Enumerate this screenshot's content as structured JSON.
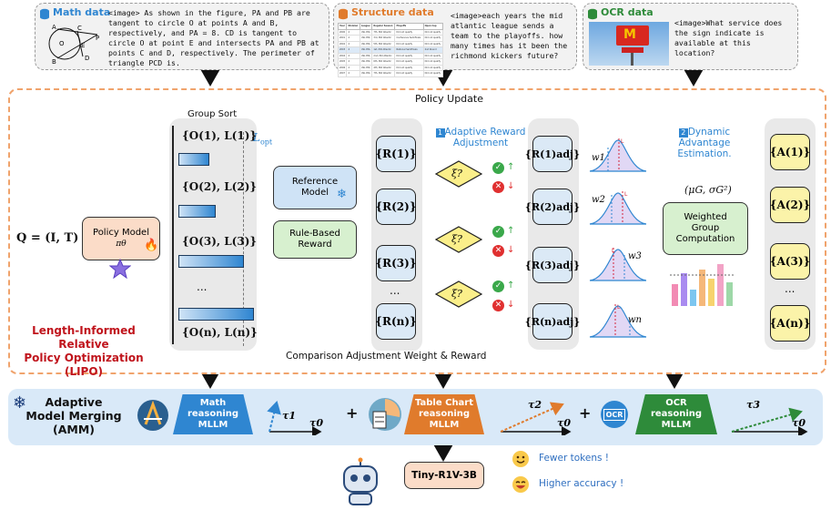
{
  "top_cards": [
    {
      "title": "Math data",
      "text": "<image> As shown in the figure, PA and PB are tangent to circle O at points A and B, respectively, and PA = 8. CD is tangent to circle O at point E and intersects PA and PB at points C and D, respectively. The perimeter of triangle PCD is.",
      "color": "#2f86d1",
      "icon": "database-icon"
    },
    {
      "title": "Structure data",
      "text": "<image>each years the mid atlantic league sends a team to the playoffs. how many times has it been the richmond kickers future?",
      "color": "#e07b2c",
      "icon": "database-icon"
    },
    {
      "title": "OCR data",
      "text": "<image>What service does the sign indicate is available at this location?",
      "color": "#2e8b3a",
      "icon": "database-icon"
    }
  ],
  "math_image_labels": {
    "o": "O",
    "p": "P",
    "a": "A",
    "b": "B",
    "c": "C",
    "d": "D",
    "e": "E"
  },
  "structure_table": {
    "headers": [
      "Year",
      "Division",
      "League",
      "Regular Season",
      "Playoffs",
      "Open Cup"
    ],
    "rows": [
      [
        "2000",
        "4",
        "USL PDL",
        "7th, Mid Atlantic",
        "Did not qualify",
        "Did not qualify"
      ],
      [
        "2001",
        "4",
        "USL PDL",
        "3rd, Mid Atlantic",
        "Conference Semifinals",
        "Did not qualify"
      ],
      [
        "2002",
        "4",
        "USL PDL",
        "5th, Mid Atlantic",
        "Did not qualify",
        "Did not qualify"
      ],
      [
        "2003",
        "4",
        "USL PDL",
        "1st, Mid Atlantic",
        "National Semifinals",
        "2nd Round"
      ],
      [
        "2004",
        "4",
        "USL PDL",
        "2nd, Mid Atlantic",
        "Did not qualify",
        "Did not qualify"
      ],
      [
        "2005",
        "4",
        "USL PDL",
        "6th, Mid Atlantic",
        "Did not qualify",
        "Did not qualify"
      ],
      [
        "2006",
        "4",
        "USL PDL",
        "4th, Mid Atlantic",
        "Did not qualify",
        "Did not qualify"
      ],
      [
        "2007",
        "4",
        "USL PDL",
        "7th, Mid Atlantic",
        "Did not qualify",
        "Did not qualify"
      ]
    ]
  },
  "lipo": {
    "policy_update": "Policy Update",
    "q_label": "Q = (I, T)",
    "policy_model": "Policy Model",
    "policy_sub": "πθ",
    "group_sort": "Group Sort",
    "l_opt": "L",
    "l_opt_sub": "opt",
    "groups": [
      "{O(1), L(1)}",
      "{O(2), L(2)}",
      "{O(3), L(3)}",
      "...",
      "{O(n), L(n)}"
    ],
    "reference_model": "Reference Model",
    "rule_reward": "Rule-Based Reward",
    "rewards": [
      "{R(1)}",
      "{R(2)}",
      "{R(3)}",
      "...",
      "{R(n)}"
    ],
    "step1_num": "1",
    "step1": "Adaptive Reward Adjustment",
    "xi": "ξ?",
    "adj": [
      "{R(1)adj}",
      "{R(2)adj}",
      "{R(3)adj}",
      "{R(n)adj}"
    ],
    "step2_num": "2",
    "step2": "Dynamic Advantage Estimation.",
    "weights": [
      "w1",
      "w2",
      "w3",
      "wn"
    ],
    "mu_sigma": "(μG, σG²)",
    "weighted": "Weighted Group Computation",
    "advantages": [
      "{A(1)}",
      "{A(2)}",
      "{A(3)}",
      "...",
      "{A(n)}"
    ],
    "comparison": "Comparison Adjustment Weight & Reward",
    "name_line1": "Length-Informed Relative",
    "name_line2": "Policy Optimization",
    "name_line3": "(LIPO)",
    "bar_fraction": [
      0.36,
      0.43,
      0.78,
      0.9
    ],
    "color_title": "#c0141c"
  },
  "amm": {
    "title_line1": "Adaptive",
    "title_line2": "Model Merging",
    "title_line3": "(AMM)",
    "models": [
      {
        "label": "Math reasoning MLLM",
        "color": "#2f86d1",
        "tau": "τ1"
      },
      {
        "label": "Table Chart reasoning MLLM",
        "color": "#e07b2c",
        "tau": "τ2"
      },
      {
        "label": "OCR reasoning MLLM",
        "color": "#2e8b3a",
        "tau": "τ3"
      }
    ],
    "tau0": "τ0",
    "plus": "+",
    "ocr_icon": "OCR"
  },
  "bottom": {
    "result": "Tiny-R1V-3B",
    "fewer": "Fewer tokens !",
    "higher": "Higher accuracy !"
  }
}
